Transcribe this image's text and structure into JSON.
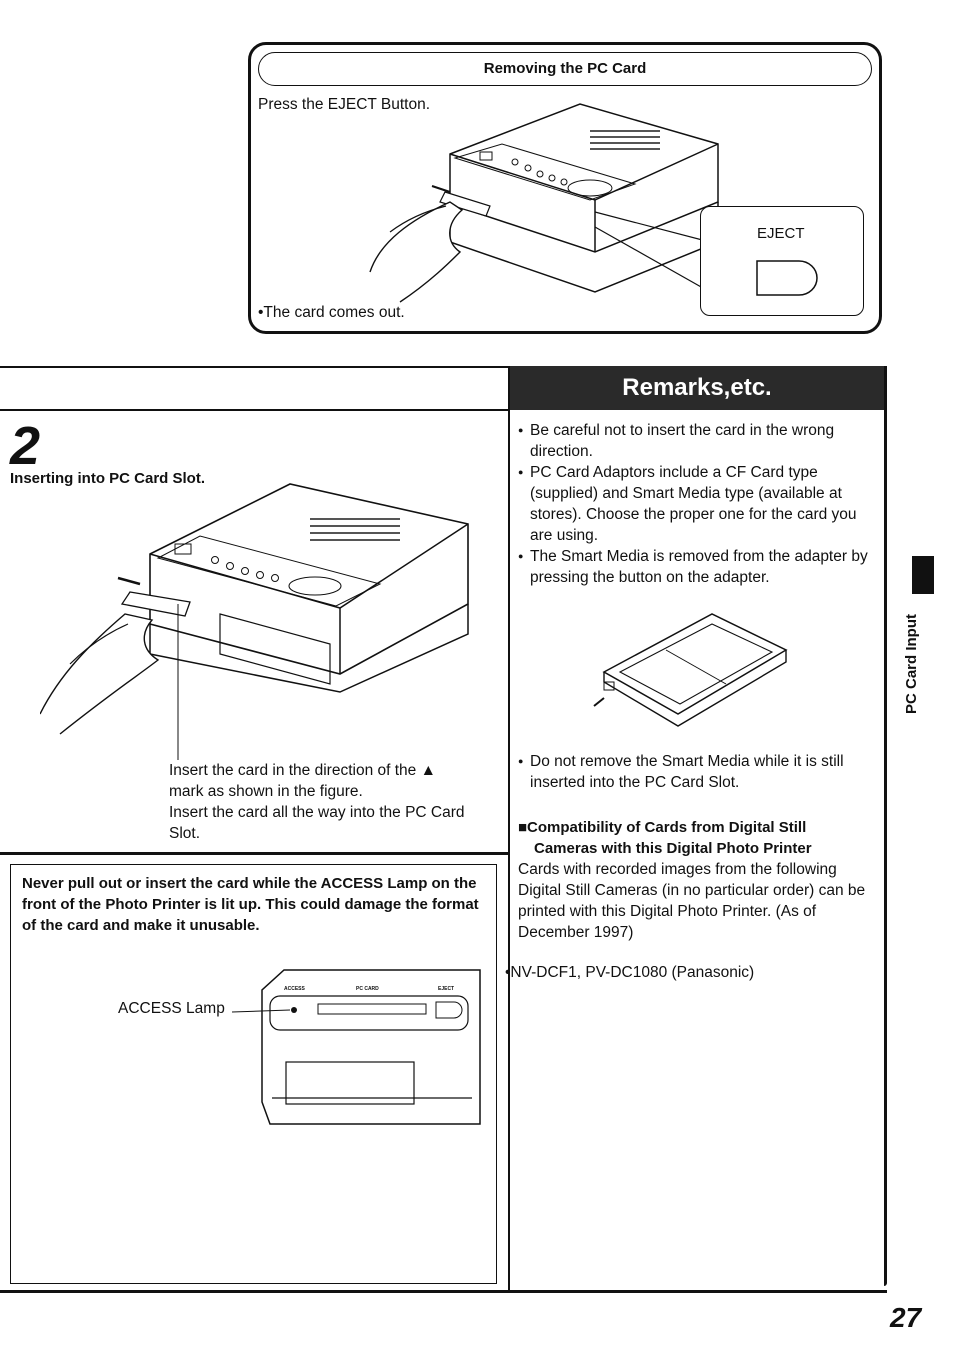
{
  "removing": {
    "title": "Removing the PC Card",
    "instruction": "Press the EJECT Button.",
    "note": "•The card comes out.",
    "eject_label": "EJECT"
  },
  "step": {
    "number": "2",
    "title": "Inserting into PC Card Slot.",
    "caption_lines": [
      "Insert the card in the direction of the ▲",
      "mark as shown in the figure.",
      "Insert the card all the way into the PC Card",
      "Slot."
    ]
  },
  "warning": {
    "text": "Never pull out or insert the card while the ACCESS Lamp on the front of the Photo Printer is lit up. This could damage the format of the card and make it unusable.",
    "access_lamp_label": "ACCESS Lamp",
    "panel_labels": [
      "ACCESS",
      "PC CARD",
      "EJECT"
    ]
  },
  "remarks": {
    "banner": "Remarks,etc.",
    "bullets_1": [
      "Be careful not to insert the card in the wrong direction.",
      "PC Card Adaptors include a CF Card type (supplied) and Smart Media type (available at stores). Choose the proper one for the card you are using.",
      "The Smart Media is removed from the adapter by pressing the button on the adapter."
    ],
    "bullets_2": [
      "Do not remove the Smart Media while it is still inserted into the PC Card Slot."
    ],
    "compat_heading_1": "■Compatibility of Cards from Digital Still",
    "compat_heading_2": "Cameras with this Digital Photo Printer",
    "compat_body": "Cards with recorded images from the following Digital Still Cameras (in no particular order) can be printed with this Digital Photo Printer. (As of December 1997)",
    "compat_models": "•NV-DCF1, PV-DC1080 (Panasonic)"
  },
  "side_tab": "PC Card Input",
  "page_number": "27"
}
